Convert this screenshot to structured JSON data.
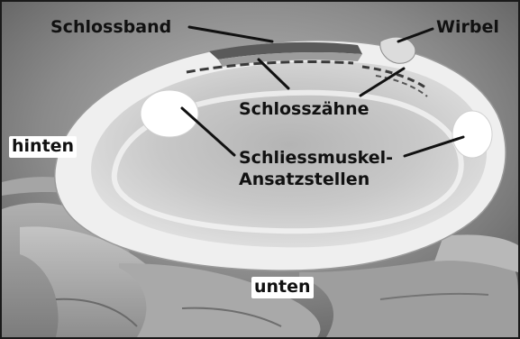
{
  "labels": {
    "schlossband": "Schlossband",
    "wirbel": "Wirbel",
    "schlosszaehne": "Schlosszähne",
    "hinten": "hinten",
    "muskel_line1": "Schliessmuskel-",
    "muskel_line2": "Ansatzstellen",
    "unten": "unten"
  },
  "colors": {
    "label_text": "#111111",
    "pointer_line": "#111111",
    "shell_inner": "#d2d2d2",
    "shell_rim": "#f0f0f0",
    "muscle_scar": "#ffffff",
    "hand": "#9a9a9a"
  }
}
